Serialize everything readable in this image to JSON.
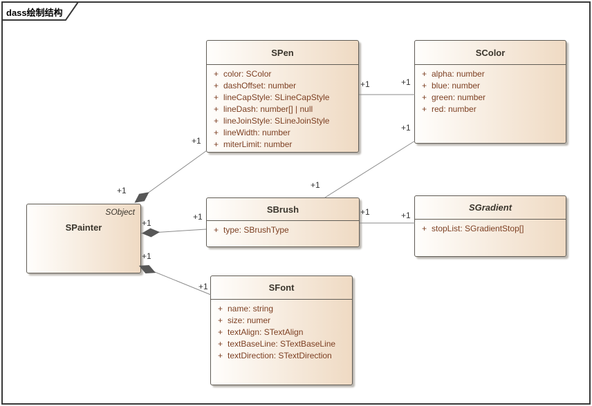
{
  "frame": {
    "title": "dass绘制结构"
  },
  "colors": {
    "frame_border": "#383838",
    "box_border": "#5f5b54",
    "fill_from": "#fffefc",
    "fill_to": "#efdac3",
    "name_text": "#3b362d",
    "attr_text": "#7d4023",
    "line_color": "#8a8a8a",
    "diamond_color": "#575757",
    "label_text": "#333333",
    "shadow_color": "#bdb9b3"
  },
  "classes": {
    "spainter": {
      "name": "SPainter",
      "parent": "SObject",
      "attributes": []
    },
    "spen": {
      "name": "SPen",
      "attributes": [
        {
          "visibility": "+",
          "signature": "color: SColor"
        },
        {
          "visibility": "+",
          "signature": "dashOffset: number"
        },
        {
          "visibility": "+",
          "signature": "lineCapStyle: SLineCapStyle"
        },
        {
          "visibility": "+",
          "signature": "lineDash: number[] | null"
        },
        {
          "visibility": "+",
          "signature": "lineJoinStyle: SLineJoinStyle"
        },
        {
          "visibility": "+",
          "signature": "lineWidth: number"
        },
        {
          "visibility": "+",
          "signature": "miterLimit: number"
        }
      ]
    },
    "scolor": {
      "name": "SColor",
      "attributes": [
        {
          "visibility": "+",
          "signature": "alpha: number"
        },
        {
          "visibility": "+",
          "signature": "blue: number"
        },
        {
          "visibility": "+",
          "signature": "green: number"
        },
        {
          "visibility": "+",
          "signature": "red: number"
        }
      ]
    },
    "sbrush": {
      "name": "SBrush",
      "attributes": [
        {
          "visibility": "+",
          "signature": "type: SBrushType"
        }
      ]
    },
    "sgradient": {
      "name": "SGradient",
      "abstract": true,
      "attributes": [
        {
          "visibility": "+",
          "signature": "stopList: SGradientStop[]"
        }
      ]
    },
    "sfont": {
      "name": "SFont",
      "attributes": [
        {
          "visibility": "+",
          "signature": "name: string"
        },
        {
          "visibility": "+",
          "signature": "size: numer"
        },
        {
          "visibility": "+",
          "signature": "textAlign: STextAlign"
        },
        {
          "visibility": "+",
          "signature": "textBaseLine: STextBaseLine"
        },
        {
          "visibility": "+",
          "signature": "textDirection: STextDirection"
        }
      ]
    }
  },
  "connections": [
    {
      "from": "SPainter",
      "to": "SPen",
      "type": "composition",
      "source_multiplicity": "+1",
      "target_multiplicity": "+1"
    },
    {
      "from": "SPainter",
      "to": "SBrush",
      "type": "composition",
      "source_multiplicity": "+1",
      "target_multiplicity": "+1"
    },
    {
      "from": "SPainter",
      "to": "SFont",
      "type": "composition",
      "source_multiplicity": "+1",
      "target_multiplicity": "+1"
    },
    {
      "from": "SPen",
      "to": "SColor",
      "type": "association",
      "source_multiplicity": "+1",
      "target_multiplicity": "+1"
    },
    {
      "from": "SBrush",
      "to": "SColor",
      "type": "association",
      "source_multiplicity": "+1",
      "target_multiplicity": "+1"
    },
    {
      "from": "SBrush",
      "to": "SGradient",
      "type": "association",
      "source_multiplicity": "+1",
      "target_multiplicity": "+1"
    }
  ]
}
